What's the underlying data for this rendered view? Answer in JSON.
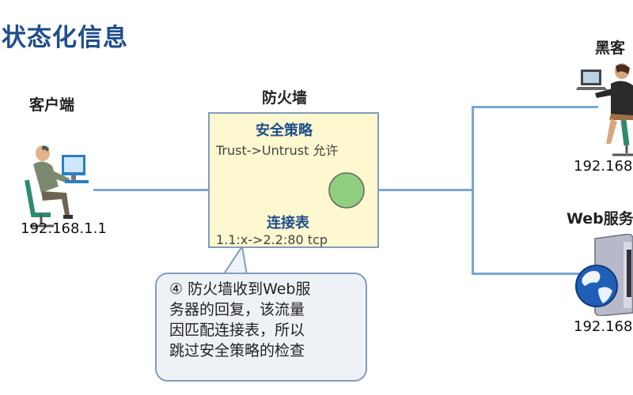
{
  "title": "状态化信息",
  "client": {
    "label": "客户端",
    "ip": "192.168.1.1"
  },
  "firewall": {
    "label": "防火墙",
    "policy_title": "安全策略",
    "policy_rule": "Trust->Untrust  允许",
    "conn_table_title": "连接表",
    "conn_entry": "1.1:x->2.2:80  tcp"
  },
  "hacker": {
    "label": "黑客",
    "ip": "192.168"
  },
  "web_server": {
    "label": "Web服务",
    "ip": "192.168"
  },
  "callout": {
    "lines": [
      "④ 防火墙收到Web服",
      "务器的回复，该流量",
      "因匹配连接表，所以",
      "跳过安全策略的检查"
    ]
  }
}
